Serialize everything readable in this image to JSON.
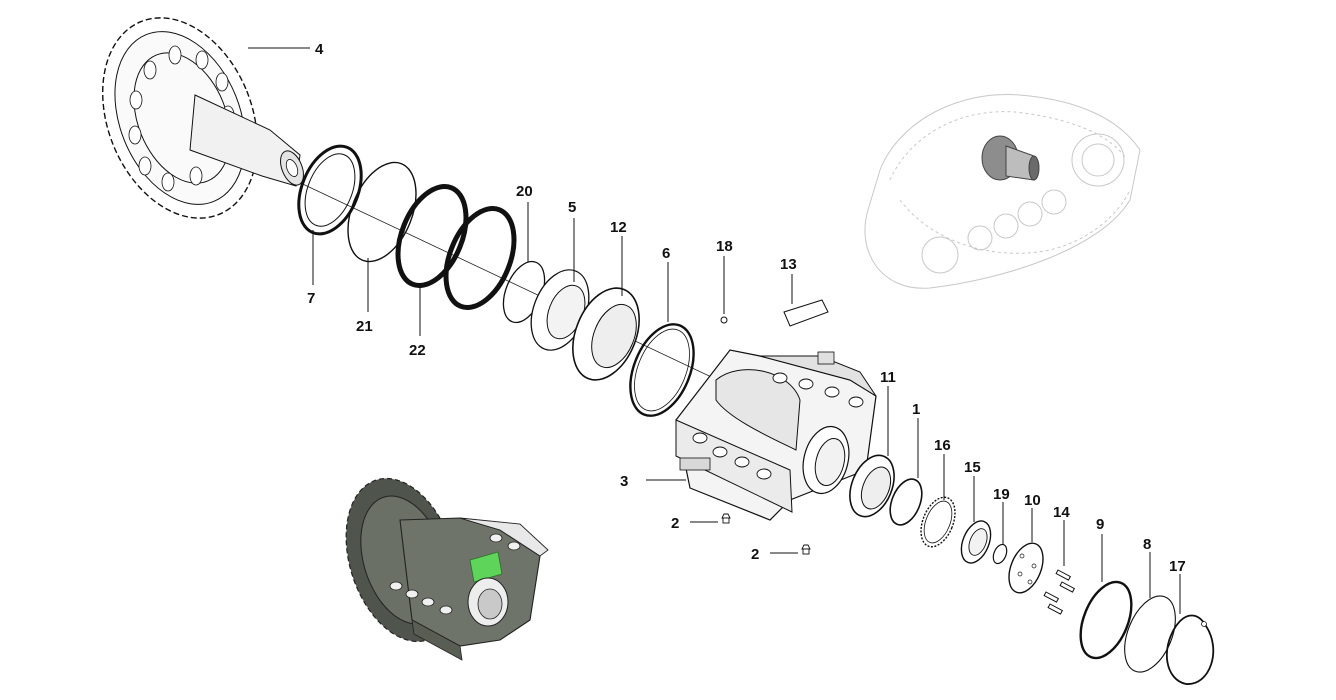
{
  "callouts": {
    "c1": "1",
    "c2a": "2",
    "c2b": "2",
    "c3": "3",
    "c4": "4",
    "c5": "5",
    "c6": "6",
    "c7": "7",
    "c8": "8",
    "c9": "9",
    "c10": "10",
    "c11": "11",
    "c12": "12",
    "c13": "13",
    "c14": "14",
    "c15": "15",
    "c16": "16",
    "c17": "17",
    "c18": "18",
    "c19": "19",
    "c20": "20",
    "c21": "21",
    "c22": "22"
  },
  "colors": {
    "line": "#111111",
    "housing": "#e9e9e9",
    "housing_dark": "#9a9a9a",
    "ghost": "#c8c8c8",
    "inset_body": "#5d6259",
    "inset_highlight": "#5fd45a"
  },
  "icons": {
    "sprocket": "sprocket-hub-icon",
    "housing": "hub-housing-icon",
    "track": "track-assembly-icon",
    "assembled": "assembled-hub-icon"
  }
}
